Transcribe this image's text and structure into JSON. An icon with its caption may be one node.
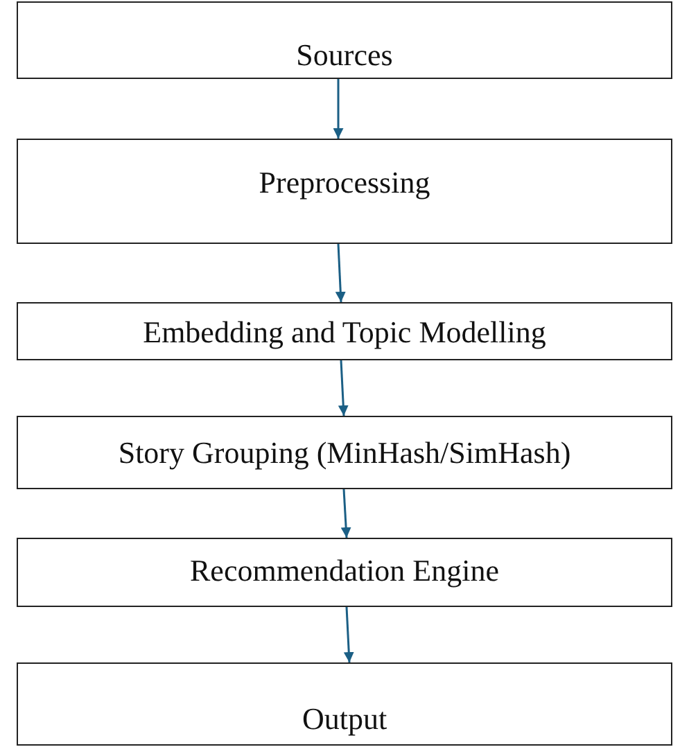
{
  "diagram": {
    "nodes": [
      {
        "text": [
          "Sources"
        ]
      },
      {
        "text": [
          "Preprocessing"
        ]
      },
      {
        "text": [
          "Embedding and Topic Modelling"
        ]
      },
      {
        "text": [
          "Story Grouping (MinHash/SimHash)"
        ]
      },
      {
        "text": [
          "Recommendation Engine"
        ]
      },
      {
        "text": [
          "Output"
        ]
      }
    ],
    "edges": [
      {
        "from": 0,
        "to": 1,
        "arrow": "to"
      },
      {
        "from": 1,
        "to": 2,
        "arrow": "to"
      },
      {
        "from": 2,
        "to": 3,
        "arrow": "to"
      },
      {
        "from": 3,
        "to": 4,
        "arrow": "to"
      },
      {
        "from": 4,
        "to": 5,
        "arrow": "to"
      }
    ]
  }
}
